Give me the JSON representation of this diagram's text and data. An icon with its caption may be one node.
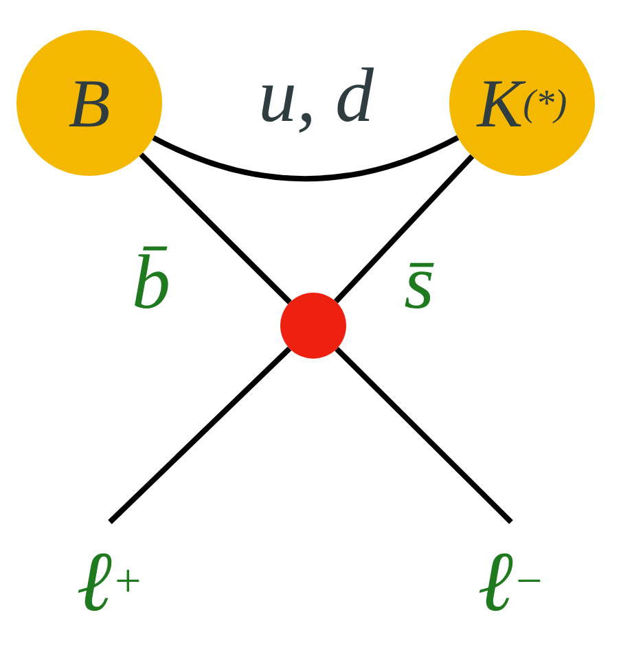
{
  "diagram": {
    "nodes": [
      {
        "text": [
          "B"
        ]
      },
      {
        "text": [
          "K$^{(*)}$"
        ]
      },
      {
        "text": [],
        "shape": "circle"
      },
      {
        "text": [
          "ℓ$^{+}$"
        ]
      },
      {
        "text": [
          "ℓ$^{−}$"
        ]
      }
    ],
    "edges": [
      {
        "from": 0,
        "to": 1,
        "arrow": "none",
        "label": "u, d"
      },
      {
        "from": 0,
        "to": 2,
        "arrow": "none",
        "label": "b̄"
      },
      {
        "from": 1,
        "to": 2,
        "arrow": "none",
        "label": "s̄"
      },
      {
        "from": 2,
        "to": 3,
        "arrow": "none"
      },
      {
        "from": 2,
        "to": 4,
        "arrow": "none"
      }
    ]
  }
}
